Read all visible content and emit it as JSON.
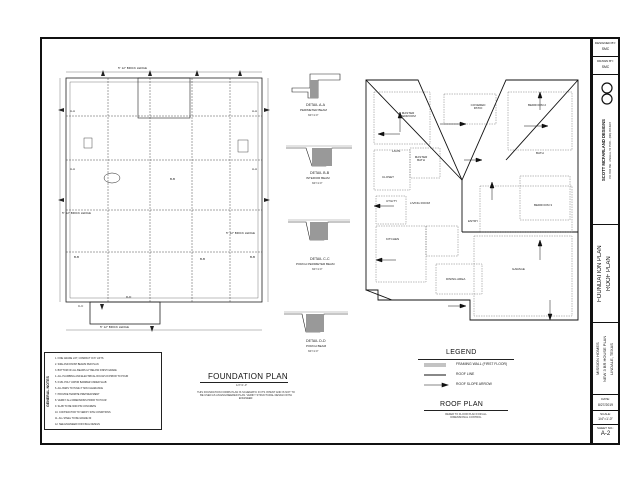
{
  "title_block": {
    "designed_by_label": "DESIGNED BY:",
    "designed_by": "SMC",
    "drawn_by_label": "DRAWN BY:",
    "drawn_by": "SMC",
    "company": "SCOTT MCFARLAND DESIGNS",
    "company_contact": "P.O. BOX 766 · LINDALE, TX 75771 · (903) 787-5227",
    "sheet_title_1": "FOUNDATION PLAN",
    "sheet_title_2": "ROOF PLAN",
    "client_1": "MISSION HOMES",
    "client_2": "NEW 3 BR HOUSE PLAN",
    "client_3": "LINDALE, TEXAS",
    "date_label": "DATE:",
    "date": "8/27/2019",
    "scale_label": "SCALE:",
    "scale": "1/4\"=1'-0\"",
    "sheet_no_label": "SHEET NO.:",
    "sheet_no": "A-2"
  },
  "foundation": {
    "title": "FOUNDATION PLAN",
    "scale": "1/4\"=1'-0\"",
    "note": "THIS FOUNDATION FORMS PLAN IS SCHEMATIC IN ITS INTENT AND IS NOT TO BE USED AS AN ENGINEERED PLAN. VERIFY STRUCTURAL DESIGN WITH ENGINEER.",
    "beam_top": "5\" 12\" BRICK LEDGE",
    "beam_left": "5\" 12\" BRICK LEDGE",
    "beam_right": "5\" 12\" BRICK LEDGE",
    "beam_bottom": "5\" 12\" BRICK LEDGE",
    "sections": [
      "A-A",
      "A-A",
      "B-B",
      "B-B",
      "B-B",
      "C-C",
      "D-D",
      "A-A",
      "A-A",
      "B-B"
    ]
  },
  "details": [
    {
      "name": "DETAIL A-A",
      "desc": "PERIMETER BEAM",
      "scale": "3/4\"=1'-0\""
    },
    {
      "name": "DETAIL B-B",
      "desc": "INTERIOR BEAM",
      "scale": "3/4\"=1'-0\""
    },
    {
      "name": "DETAIL C-C",
      "desc": "PORCH PERIMETER BEAM",
      "scale": "3/4\"=1'-0\""
    },
    {
      "name": "DETAIL D-D",
      "desc": "PORCH BEAM",
      "scale": "3/4\"=1'-0\""
    }
  ],
  "general_notes": {
    "heading": "GENERAL NOTES",
    "items": [
      "1. FINE GRADE LOT, COMPACT IN 6\" LIFTS",
      "2. SIZE AND FINISH BEAMS PER PLAN",
      "3. BOTTOM OF ALL BEAMS 12\" BELOW FINISH GRADE",
      "4. ALL PLUMBING AND ELECTRICAL ROUGH-IN PRIOR TO POUR",
      "5. 6 MIL POLY VAPOR BARRIER UNDER SLAB",
      "6. ALL BARS TO HAVE 3\" MIN CLEARANCE",
      "7. PROVIDE TERMITE PRETREATMENT",
      "8. VERIFY ALL DIMENSIONS PRIOR TO POUR",
      "9. SLAB TO BE 3000 PSI CONCRETE",
      "10. CONTRACTOR TO VERIFY SITE CONDITIONS",
      "11. ALL STEEL TO BE GRADE 60",
      "12. SEE ENGINEER FOR FINAL DESIGN"
    ]
  },
  "roof": {
    "title": "ROOF PLAN",
    "scale": "1/4\"=1'-0\"",
    "note": "REFER TO FLOOR PLAN FOR ALL DIMENSIONAL CONTROL",
    "rooms": [
      "MASTER BEDROOM",
      "COVERED PATIO",
      "BEDROOM 2",
      "MASTER BATH",
      "LAUN.",
      "BATH",
      "CLOSET",
      "UTILITY",
      "LIVING ROOM",
      "BEDROOM 3",
      "KITCHEN",
      "DINING AREA",
      "GARAGE",
      "ENTRY"
    ]
  },
  "legend": {
    "heading": "LEGEND",
    "items": [
      "FRAMING WALL (FIRST FLOOR)",
      "ROOF LINE",
      "ROOF SLOPE ARROW"
    ]
  }
}
